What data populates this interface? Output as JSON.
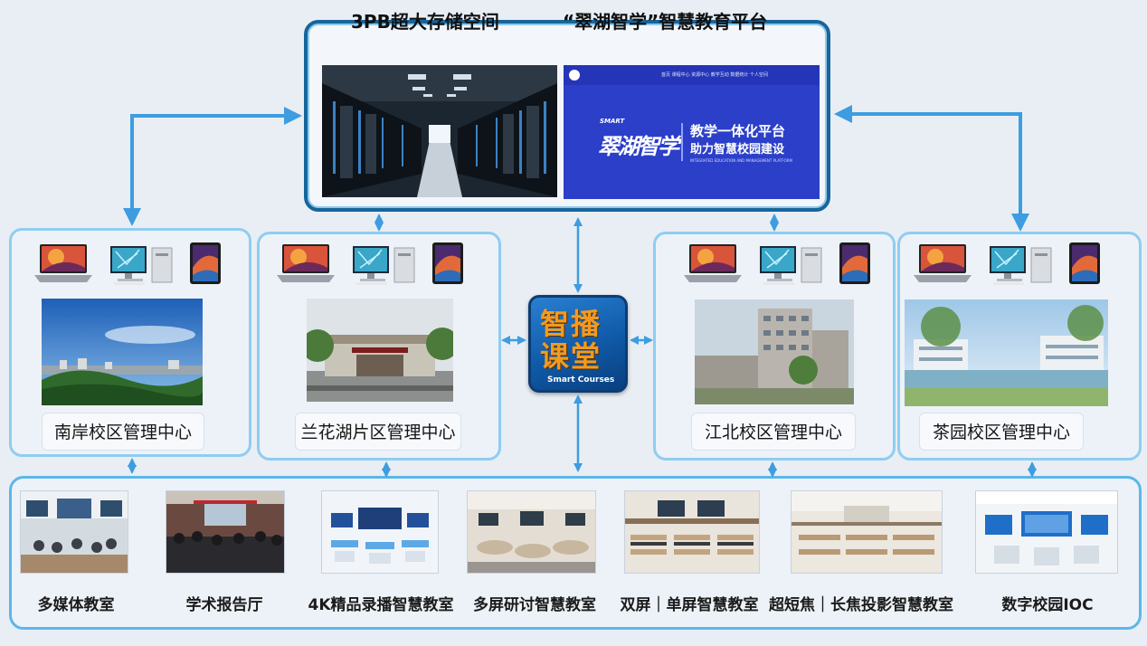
{
  "platform": {
    "storage_title": "3PB超大存储空间",
    "edu_title": "“翠湖智学”智慧教育平台",
    "screen": {
      "nav_items": "首页 课程中心 资源中心 教学互动 数据统计 个人空间",
      "logo_main": "翠湖智学",
      "logo_smart": "SMART",
      "headline_1": "教学一体化平台",
      "headline_2": "助力智慧校园建设",
      "subline": "INTEGRATED EDUCATION AND MANAGEMENT PLATFORM"
    }
  },
  "center": {
    "line1": "智播",
    "line2": "课堂",
    "sub": "Smart Courses"
  },
  "campuses": [
    {
      "label": "南岸校区管理中心"
    },
    {
      "label": "兰花湖片区管理中心"
    },
    {
      "label": "江北校区管理中心"
    },
    {
      "label": "茶园校区管理中心"
    }
  ],
  "classrooms": [
    {
      "label": "多媒体教室"
    },
    {
      "label": "学术报告厅"
    },
    {
      "label": "4K精品录播智慧教室"
    },
    {
      "label": "多屏研讨智慧教室"
    },
    {
      "label": "双屏｜单屏智慧教室"
    },
    {
      "label": "超短焦｜长焦投影智慧教室"
    },
    {
      "label": "数字校园IOC"
    }
  ],
  "colors": {
    "arrow": "#3d9de0",
    "panel_border_dark": "#17659a",
    "panel_border_light": "#8fcdf0",
    "logo_orange": "#f29a1e",
    "platform_blue": "#2b3fc9"
  }
}
